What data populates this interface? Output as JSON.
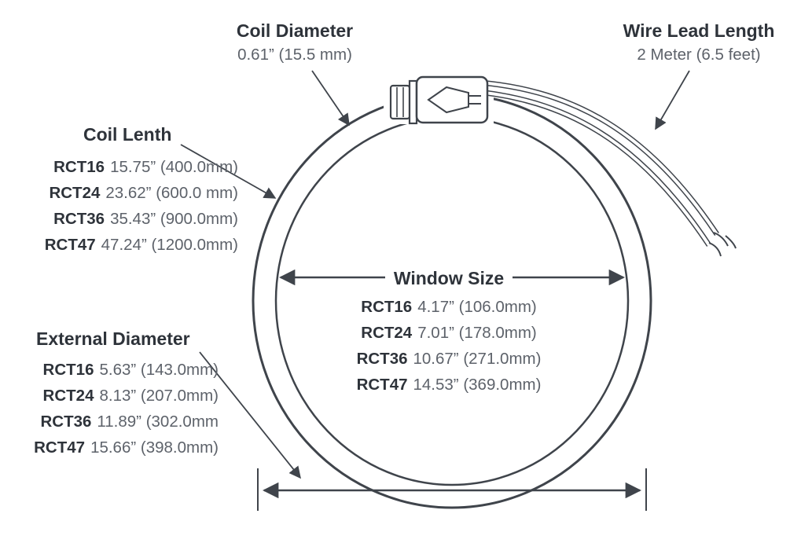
{
  "coil_diameter": {
    "title": "Coil Diameter",
    "value": "0.61” (15.5 mm)"
  },
  "wire_lead_length": {
    "title": "Wire Lead Length",
    "value": "2 Meter (6.5 feet)"
  },
  "coil_length": {
    "title": "Coil Lenth",
    "rows": [
      {
        "model": "RCT16",
        "value": "15.75” (400.0mm)"
      },
      {
        "model": "RCT24",
        "value": "23.62” (600.0 mm)"
      },
      {
        "model": "RCT36",
        "value": "35.43” (900.0mm)"
      },
      {
        "model": "RCT47",
        "value": "47.24” (1200.0mm)"
      }
    ]
  },
  "external_diameter": {
    "title": "External Diameter",
    "rows": [
      {
        "model": "RCT16",
        "value": "5.63” (143.0mm)"
      },
      {
        "model": "RCT24",
        "value": "8.13” (207.0mm)"
      },
      {
        "model": "RCT36",
        "value": "11.89” (302.0mm"
      },
      {
        "model": "RCT47",
        "value": "15.66” (398.0mm)"
      }
    ]
  },
  "window_size": {
    "title": "Window Size",
    "rows": [
      {
        "model": "RCT16",
        "value": "4.17” (106.0mm)"
      },
      {
        "model": "RCT24",
        "value": "7.01” (178.0mm)"
      },
      {
        "model": "RCT36",
        "value": "10.67” (271.0mm)"
      },
      {
        "model": "RCT47",
        "value": "14.53” (369.0mm)"
      }
    ]
  },
  "colors": {
    "line": "#3f444b",
    "heading_text": "#2e333a",
    "value_text": "#5d626a",
    "background": "#ffffff"
  }
}
